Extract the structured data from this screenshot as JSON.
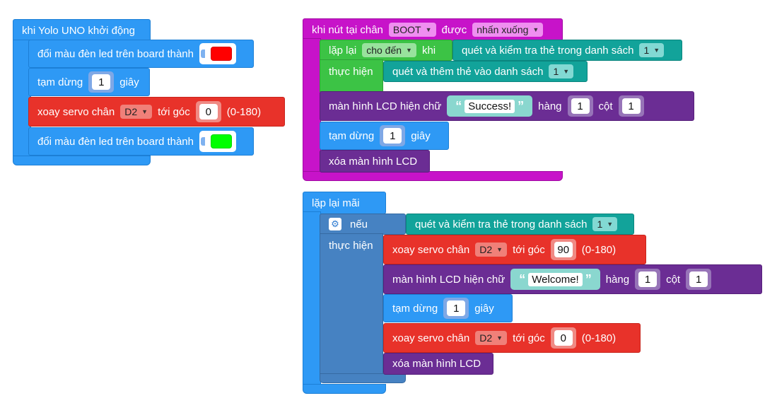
{
  "setup": {
    "hat": "khi Yolo UNO khởi động",
    "led_label": "đổi màu đèn led trên board thành",
    "led_color_1": "#ff0000",
    "led_color_2": "#00ff00",
    "wait_label": "tạm dừng",
    "wait_value": "1",
    "wait_unit": "giây",
    "servo_label": "xoay servo chân",
    "servo_pin": "D2",
    "servo_to": "tới góc",
    "servo_angle": "0",
    "servo_range": "(0-180)"
  },
  "boot": {
    "hat_prefix": "khi nút tại chân",
    "pin": "BOOT",
    "hat_middle": "được",
    "action": "nhấn xuống",
    "repeat_label": "lặp lại",
    "repeat_mode": "cho đến",
    "repeat_when": "khi",
    "do_label": "thực hiện",
    "scan_check_label": "quét và kiểm tra thẻ trong danh sách",
    "scan_check_list": "1",
    "scan_add_label": "quét và thêm thẻ vào danh sách",
    "scan_add_list": "1",
    "lcd_label": "màn hình LCD hiện chữ",
    "lcd_text": "Success!",
    "row_label": "hàng",
    "row_value": "1",
    "col_label": "cột",
    "col_value": "1",
    "wait_label": "tạm dừng",
    "wait_value": "1",
    "wait_unit": "giây",
    "clear_label": "xóa màn hình LCD"
  },
  "forever": {
    "hat": "lặp lại mãi",
    "if_label": "nếu",
    "do_label": "thực hiện",
    "scan_check_label": "quét và kiểm tra thẻ trong danh sách",
    "scan_check_list": "1",
    "servo_label": "xoay servo chân",
    "servo_pin": "D2",
    "servo_to": "tới góc",
    "servo_angle_1": "90",
    "servo_range": "(0-180)",
    "lcd_label": "màn hình LCD hiện chữ",
    "lcd_text": "Welcome!",
    "row_label": "hàng",
    "row_value": "1",
    "col_label": "cột",
    "col_value": "1",
    "wait_label": "tạm dừng",
    "wait_value": "1",
    "wait_unit": "giây",
    "servo_angle_2": "0",
    "clear_label": "xóa màn hình LCD"
  },
  "icons": {
    "dropdown": "▼",
    "gear": "⚙",
    "quote_open": "“",
    "quote_close": "”"
  }
}
